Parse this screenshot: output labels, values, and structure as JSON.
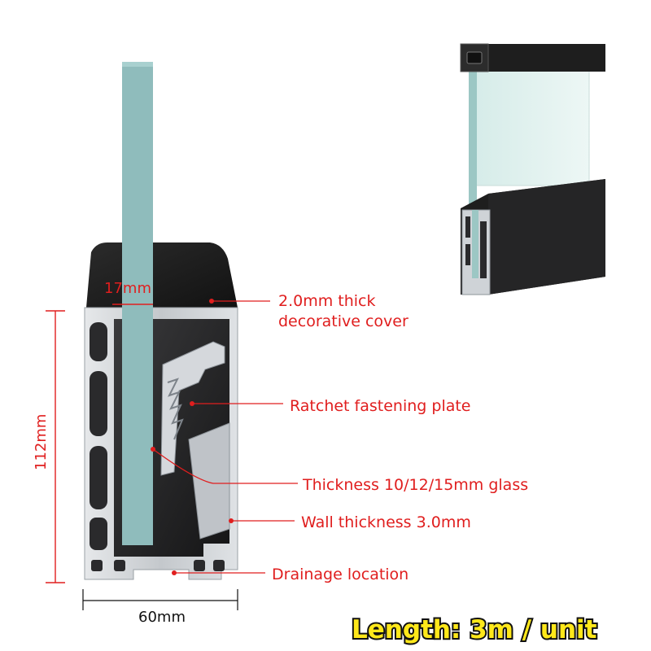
{
  "dimensions": {
    "glass_gap": "17mm",
    "height": "112mm",
    "width": "60mm"
  },
  "callouts": {
    "cover_line1": "2.0mm thick",
    "cover_line2": "decorative cover",
    "ratchet": "Ratchet fastening plate",
    "glass": "Thickness 10/12/15mm glass",
    "wall": "Wall thickness 3.0mm",
    "drainage": "Drainage location"
  },
  "footer": {
    "length": "Length: 3m / unit"
  },
  "colors": {
    "callout_red": "#e01e1e",
    "glass_teal": "#8fbcbc",
    "cover_black": "#1e1e1e",
    "aluminium": "#c8ccd0",
    "length_yellow": "#ffe81a"
  }
}
